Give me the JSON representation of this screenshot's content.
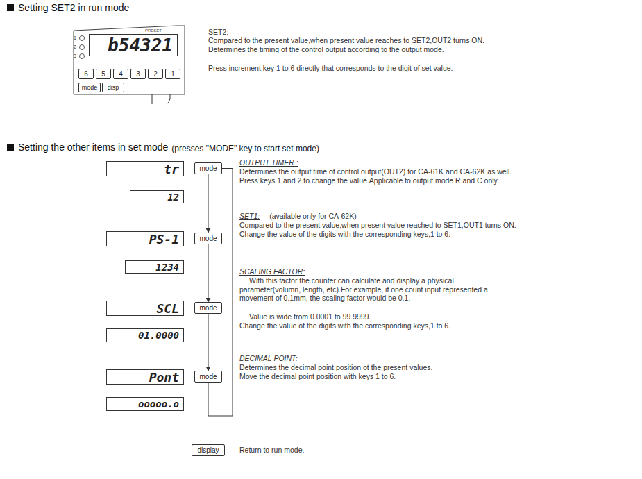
{
  "diagram": {
    "nodes": [
      {
        "text": [
          "PRESET"
        ]
      },
      {
        "text": [
          "b54321"
        ],
        "in": 0
      },
      {
        "text": [
          "6"
        ],
        "in": 0
      },
      {
        "text": [
          "5"
        ],
        "in": 0
      },
      {
        "text": [
          "4"
        ],
        "in": 0
      },
      {
        "text": [
          "3"
        ],
        "in": 0
      },
      {
        "text": [
          "2"
        ],
        "in": 0
      },
      {
        "text": [
          "1"
        ],
        "in": 0
      },
      {
        "text": [
          "mode"
        ],
        "in": 0
      },
      {
        "text": [
          "disp"
        ],
        "in": 0
      },
      {
        "text": [
          "tr"
        ]
      },
      {
        "text": [
          "mode"
        ]
      },
      {
        "text": [
          "12"
        ]
      },
      {
        "text": [
          "PS-1"
        ]
      },
      {
        "text": [
          "mode"
        ]
      },
      {
        "text": [
          "1234"
        ]
      },
      {
        "text": [
          "SCL"
        ]
      },
      {
        "text": [
          "mode"
        ]
      },
      {
        "text": [
          "01.0000"
        ]
      },
      {
        "text": [
          "Pont"
        ]
      },
      {
        "text": [
          "mode"
        ]
      },
      {
        "text": [
          "ooooo.o"
        ]
      },
      {
        "text": [
          "display"
        ]
      }
    ],
    "edges": [
      {
        "from": 11,
        "to": 14,
        "arrow": "to"
      },
      {
        "from": 14,
        "to": 17,
        "arrow": "to"
      },
      {
        "from": 17,
        "to": 20,
        "arrow": "to"
      },
      {
        "from": 20,
        "to": 11,
        "arrow": "none"
      }
    ],
    "labels": [
      "Setting SET2 in run mode",
      "1",
      "2",
      "3",
      "SET2:",
      "Compared to the present value,when present value reaches to SET2,OUT2 turns ON. Determines the timing of the control output according to the output mode.",
      "Press increment key 1 to 6 directly that corresponds to the digit of set value.",
      "Setting the other items in set mode",
      "(presses \"MODE\" key to start set mode)",
      "OUTPUT TIMER :",
      "Determines the output time of control output(OUT2) for CA-61K and CA-62K as well. Press keys 1 and 2 to change the value.Applicable to output mode R and C only.",
      "SET1:",
      "(available only for CA-62K)",
      "Compared to the present value,when present value reached to SET1,OUT1 turns ON. Change the value of the digits with the corresponding keys,1 to 6.",
      "SCALING FACTOR:",
      "With this factor the counter can calculate and display a physical parameter(volumn, length, etc).For example, if one count input represented a movement of 0.1mm, the scaling factor would be 0.1.",
      "Value is wide from 0.0001 to 99.9999.",
      "Change the value of the digits with the corresponding keys,1 to 6.",
      "DECIMAL POINT:",
      "Determines the decimal point position ot the present values.",
      "Move the decimal point position with keys 1 to 6.",
      "Return to run mode."
    ]
  }
}
